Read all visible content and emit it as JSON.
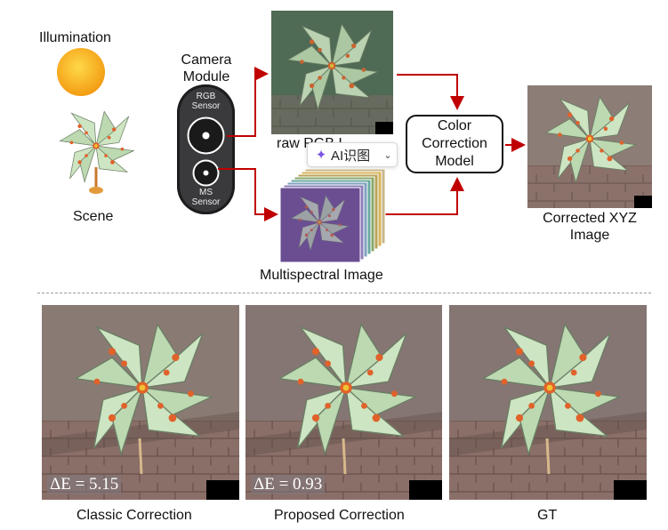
{
  "pipeline": {
    "illumination_label": "Illumination",
    "scene_label": "Scene",
    "camera_module_label_line1": "Camera",
    "camera_module_label_line2": "Module",
    "rgb_sensor_line1": "RGB",
    "rgb_sensor_line2": "Sensor",
    "ms_sensor_line1": "MS",
    "ms_sensor_line2": "Sensor",
    "raw_rgb_label_visible": "raw RGB I",
    "multispectral_label": "Multispectral Image",
    "ccm_line1": "Color",
    "ccm_line2": "Correction",
    "ccm_line3": "Model",
    "corrected_label_line1": "Corrected XYZ",
    "corrected_label_line2": "Image"
  },
  "ai_popup": {
    "label": "AI识图",
    "icon": "sparkle-icon",
    "chevron": "chevron-down-icon"
  },
  "comparison": {
    "panels": [
      {
        "caption": "Classic Correction",
        "delta_e": "ΔE = 5.15"
      },
      {
        "caption": "Proposed Correction",
        "delta_e": "ΔE = 0.93"
      },
      {
        "caption": "GT",
        "delta_e": ""
      }
    ]
  },
  "colors": {
    "arrow": "#c00000",
    "sun": "#f5b31a",
    "pinwheel_fill": "#cfe7c4",
    "pinwheel_spot": "#e0622a"
  }
}
